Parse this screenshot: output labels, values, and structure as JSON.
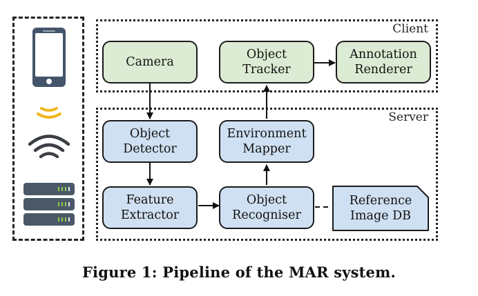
{
  "regions": {
    "client_label": "Client",
    "server_label": "Server"
  },
  "nodes": {
    "camera": "Camera",
    "object_tracker": "Object\nTracker",
    "annotation_renderer": "Annotation\nRenderer",
    "object_detector": "Object\nDetector",
    "environment_mapper": "Environment\nMapper",
    "feature_extractor": "Feature\nExtractor",
    "object_recogniser": "Object\nRecogniser",
    "reference_image_db": "Reference\nImage DB"
  },
  "icons": {
    "phone": "smartphone-icon",
    "signal": "signal-arc-icon",
    "wifi": "wifi-icon",
    "server": "server-rack-icon"
  },
  "colors": {
    "client_fill": "#dcebd3",
    "server_fill": "#cfe0f2",
    "phone": "#44546a",
    "signal": "#f2b51c",
    "wifi": "#3b3f44",
    "server_unit": "#4a5868"
  },
  "caption": "Figure 1: Pipeline of the MAR system."
}
